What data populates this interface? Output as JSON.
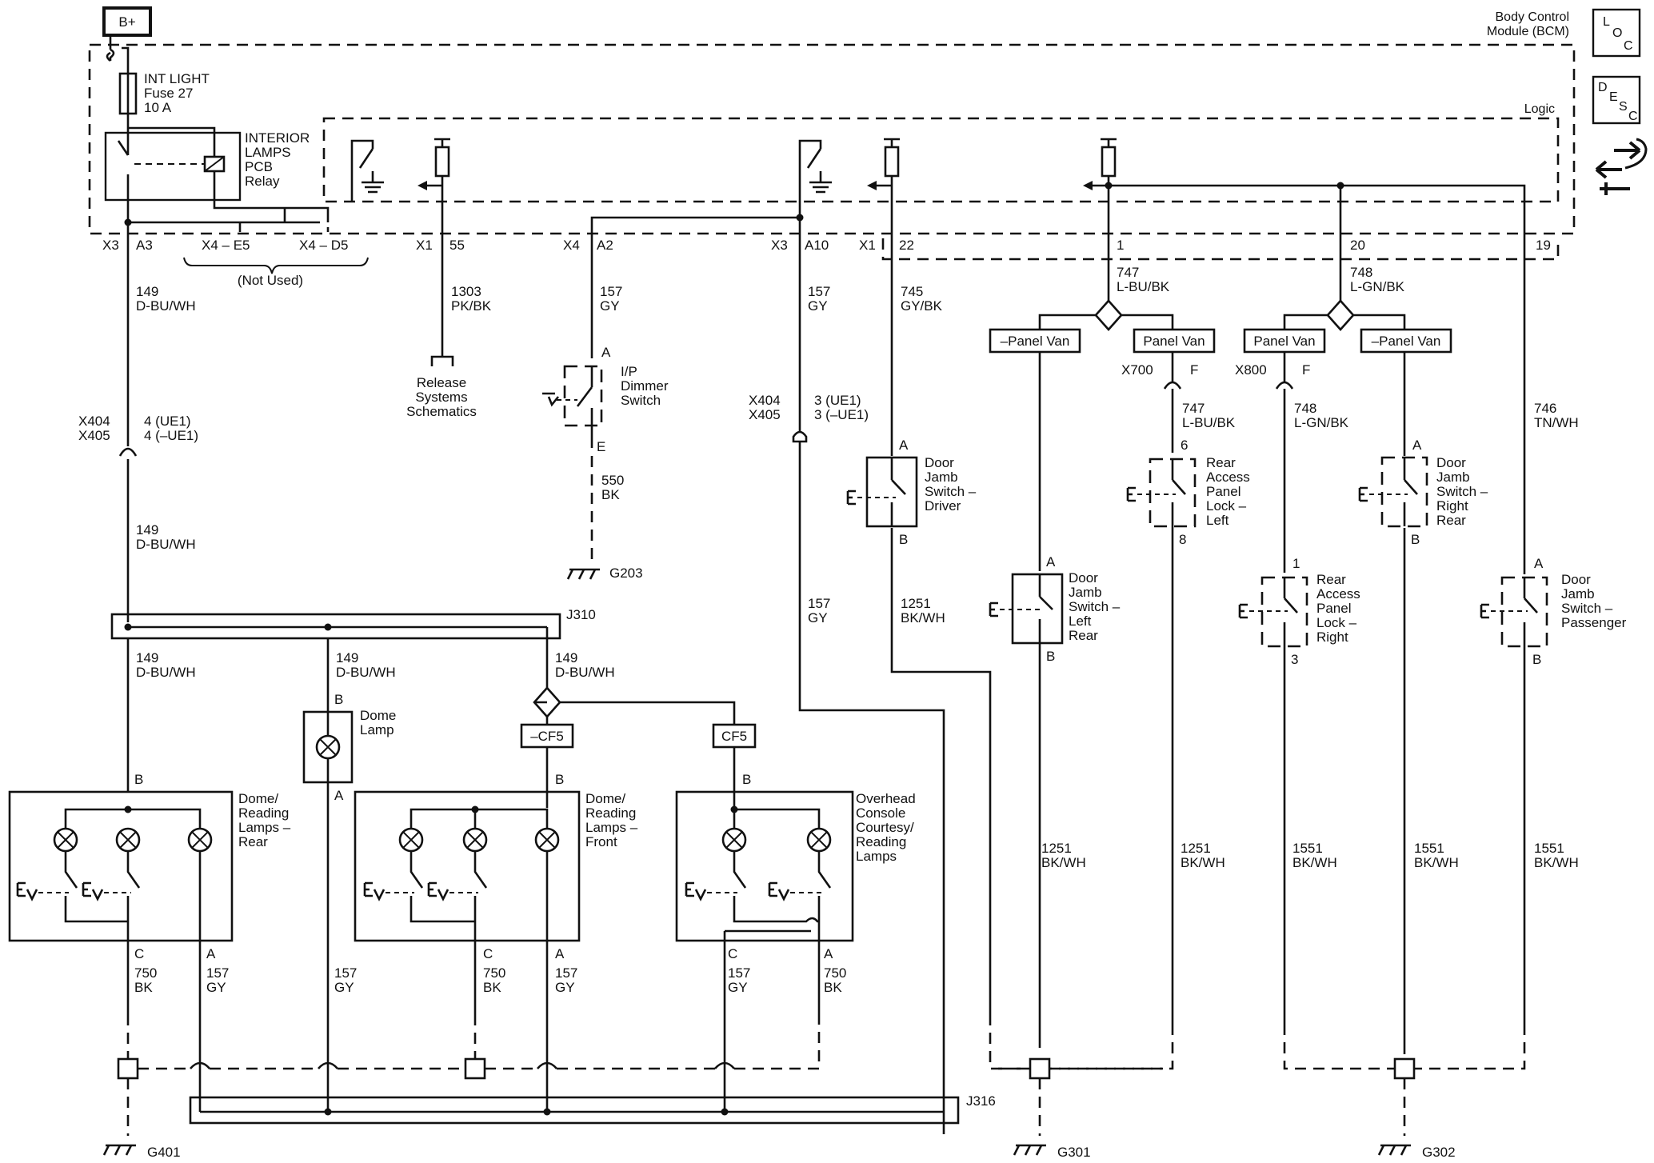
{
  "top": {
    "battery": "B+",
    "module_name_1": "Body Control",
    "module_name_2": "Module (BCM)",
    "logic": "Logic",
    "loc_icon": [
      "L",
      "O",
      "C"
    ],
    "desc_icon": [
      "D",
      "E",
      "S",
      "C"
    ]
  },
  "fuse": {
    "line1": "INT LIGHT",
    "line2": "Fuse 27",
    "line3": "10 A"
  },
  "relay": {
    "line1": "INTERIOR",
    "line2": "LAMPS",
    "line3": "PCB",
    "line4": "Relay"
  },
  "connectors": {
    "x3a": "X3",
    "a3": "A3",
    "x4e5": "X4 – E5",
    "x4d5": "X4 – D5",
    "not_used": "(Not Used)",
    "x1_55a": "X1",
    "x1_55b": "55",
    "x4a2a": "X4",
    "x4a2b": "A2",
    "x3a10a": "X3",
    "x3a10b": "A10",
    "x1_22a": "X1",
    "x1_22b": "22",
    "p1": "1",
    "p20": "20",
    "p19": "19"
  },
  "wires": {
    "w149a": [
      "149",
      "D-BU/WH"
    ],
    "w1303": [
      "1303",
      "PK/BK"
    ],
    "w157a": [
      "157",
      "GY"
    ],
    "w157b": [
      "157",
      "GY"
    ],
    "w745": [
      "745",
      "GY/BK"
    ],
    "w747": [
      "747",
      "L-BU/BK"
    ],
    "w748": [
      "748",
      "L-GN/BK"
    ],
    "w149b": [
      "149",
      "D-BU/WH"
    ],
    "w550": [
      "550",
      "BK"
    ],
    "w747b": [
      "747",
      "L-BU/BK"
    ],
    "w748b": [
      "748",
      "L-GN/BK"
    ],
    "w746": [
      "746",
      "TN/WH"
    ],
    "w157c": [
      "157",
      "GY"
    ],
    "w1251a": [
      "1251",
      "BK/WH"
    ],
    "w149c": [
      "149",
      "D-BU/WH"
    ],
    "w149d": [
      "149",
      "D-BU/WH"
    ],
    "w149e": [
      "149",
      "D-BU/WH"
    ],
    "w1251b": [
      "1251",
      "BK/WH"
    ],
    "w1251c": [
      "1251",
      "BK/WH"
    ],
    "w1551a": [
      "1551",
      "BK/WH"
    ],
    "w1551b": [
      "1551",
      "BK/WH"
    ],
    "w1551c": [
      "1551",
      "BK/WH"
    ],
    "w750a": [
      "750",
      "BK"
    ],
    "w157d": [
      "157",
      "GY"
    ],
    "w157e": [
      "157",
      "GY"
    ],
    "w750b": [
      "750",
      "BK"
    ],
    "w157f": [
      "157",
      "GY"
    ],
    "w157g": [
      "157",
      "GY"
    ],
    "w750c": [
      "750",
      "BK"
    ]
  },
  "release": {
    "line1": "Release",
    "line2": "Systems",
    "line3": "Schematics"
  },
  "dimmer": {
    "line1": "I/P",
    "line2": "Dimmer",
    "line3": "Switch",
    "pinA": "A",
    "pinE": "E"
  },
  "inline": {
    "x404a": "X404",
    "x405a": "X405",
    "pin4a": "4 (UE1)",
    "pin4b": "4 (–UE1)",
    "x404b": "X404",
    "x405b": "X405",
    "pin3a": "3 (UE1)",
    "pin3b": "3 (–UE1)",
    "x700": "X700",
    "x700pin": "F",
    "x800": "X800",
    "x800pin": "F"
  },
  "options": {
    "npv1": "–Panel Van",
    "pv1": "Panel Van",
    "pv2": "Panel Van",
    "npv2": "–Panel Van",
    "ncf5": "–CF5",
    "cf5": "CF5"
  },
  "switches": {
    "driver": {
      "lines": [
        "Door",
        "Jamb",
        "Switch –",
        "Driver"
      ],
      "top": "A",
      "bottom": "B"
    },
    "rear_left_lock": {
      "lines": [
        "Rear",
        "Access",
        "Panel",
        "Lock –",
        "Left"
      ],
      "top": "6",
      "bottom": "8"
    },
    "right_rear": {
      "lines": [
        "Door",
        "Jamb",
        "Switch –",
        "Right",
        "Rear"
      ],
      "top": "A",
      "bottom": "B"
    },
    "left_rear": {
      "lines": [
        "Door",
        "Jamb",
        "Switch –",
        "Left",
        "Rear"
      ],
      "top": "A",
      "bottom": "B"
    },
    "rear_right_lock": {
      "lines": [
        "Rear",
        "Access",
        "Panel",
        "Lock –",
        "Right"
      ],
      "top": "1",
      "bottom": "3"
    },
    "passenger": {
      "lines": [
        "Door",
        "Jamb",
        "Switch –",
        "Passenger"
      ],
      "top": "A",
      "bottom": "B"
    }
  },
  "splices": {
    "j310": "J310",
    "j316": "J316"
  },
  "grounds": {
    "g203": "G203",
    "g401": "G401",
    "g301": "G301",
    "g302": "G302"
  },
  "lamps": {
    "dome": {
      "lines": [
        "Dome",
        "Lamp"
      ],
      "pinB": "B",
      "pinA": "A"
    },
    "rear": {
      "lines": [
        "Dome/",
        "Reading",
        "Lamps –",
        "Rear"
      ],
      "pinB": "B",
      "pinC": "C",
      "pinA": "A"
    },
    "front": {
      "lines": [
        "Dome/",
        "Reading",
        "Lamps –",
        "Front"
      ],
      "pinB": "B",
      "pinC": "C",
      "pinA": "A"
    },
    "overhead": {
      "lines": [
        "Overhead",
        "Console",
        "Courtesy/",
        "Reading",
        "Lamps"
      ],
      "pinB": "B",
      "pinC": "C",
      "pinA": "A"
    }
  }
}
